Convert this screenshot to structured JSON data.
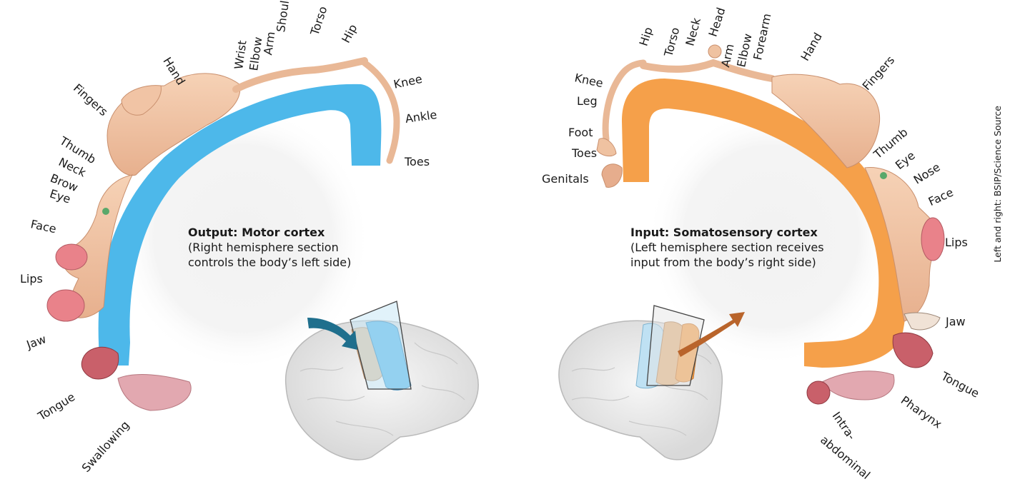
{
  "motor": {
    "title": "Output: Motor cortex",
    "desc_line1": "(Right hemisphere section",
    "desc_line2": "controls the body’s left side)",
    "labels": {
      "hand": "Hand",
      "fingers": "Fingers",
      "thumb": "Thumb",
      "neck": "Neck",
      "brow": "Brow",
      "eye": "Eye",
      "face": "Face",
      "lips": "Lips",
      "jaw": "Jaw",
      "tongue": "Tongue",
      "swallowing": "Swallowing",
      "wrist": "Wrist",
      "elbow": "Elbow",
      "arm": "Arm",
      "shoulder": "Shoulder",
      "torso": "Torso",
      "hip": "Hip",
      "knee": "Knee",
      "ankle": "Ankle",
      "toes": "Toes"
    },
    "color": "#4db8ea"
  },
  "sensory": {
    "title": "Input: Somatosensory cortex",
    "desc_line1": "(Left hemisphere section receives",
    "desc_line2": "input from the body’s right side)",
    "labels": {
      "knee": "Knee",
      "leg": "Leg",
      "foot": "Foot",
      "toes": "Toes",
      "genitals": "Genitals",
      "hip": "Hip",
      "torso": "Torso",
      "neck": "Neck",
      "head": "Head",
      "arm": "Arm",
      "elbow": "Elbow",
      "forearm": "Forearm",
      "hand": "Hand",
      "fingers": "Fingers",
      "thumb": "Thumb",
      "eye": "Eye",
      "nose": "Nose",
      "face": "Face",
      "lips": "Lips",
      "jaw": "Jaw",
      "tongue": "Tongue",
      "pharynx": "Pharynx",
      "intra": "Intra-",
      "abdominal": "abdominal"
    },
    "color": "#f5a04a"
  },
  "credit": "Left and right: BSIP/Science Source"
}
